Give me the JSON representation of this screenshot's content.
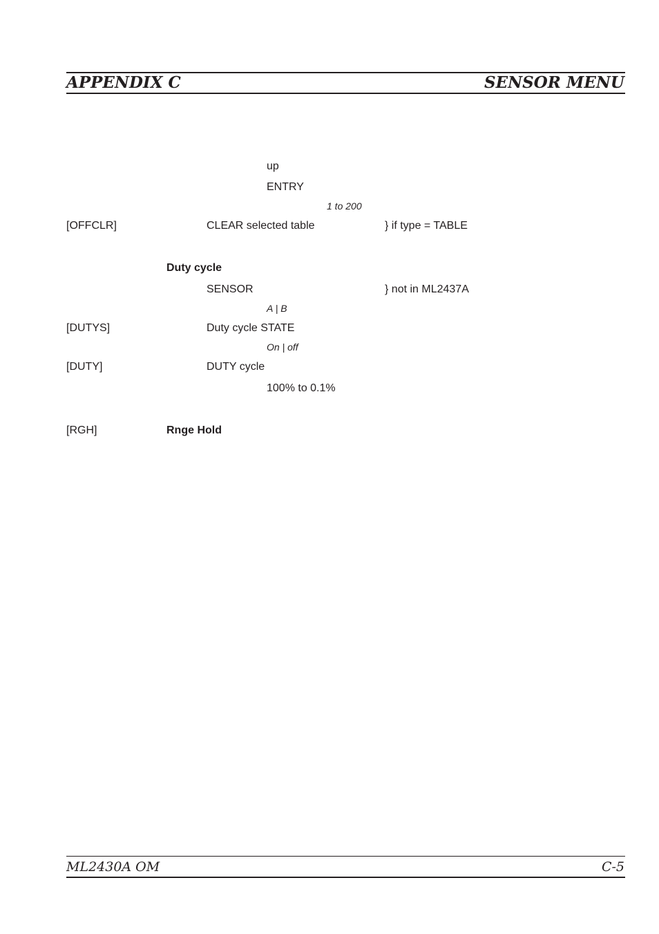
{
  "header": {
    "left": "APPENDIX C",
    "right": "SENSOR MENU"
  },
  "rows": {
    "up": "up",
    "entry": "ENTRY",
    "range_1_200": "1 to 200",
    "offclr_cmd": "[OFFCLR]",
    "offclr_desc": "CLEAR selected table",
    "offclr_note": "} if type = TABLE",
    "duty_heading": "Duty cycle",
    "sensor": "SENSOR",
    "sensor_note": "} not in ML2437A",
    "sensor_opts": "A | B",
    "dutys_cmd": "[DUTYS]",
    "dutys_desc": "Duty cycle STATE",
    "dutys_opts": "On | off",
    "duty_cmd": "[DUTY]",
    "duty_desc": "DUTY cycle",
    "duty_range": "100% to 0.1%",
    "rgh_cmd": "[RGH]",
    "rgh_desc": "Rnge Hold"
  },
  "footer": {
    "left": "ML2430A OM",
    "right": "C-5"
  }
}
